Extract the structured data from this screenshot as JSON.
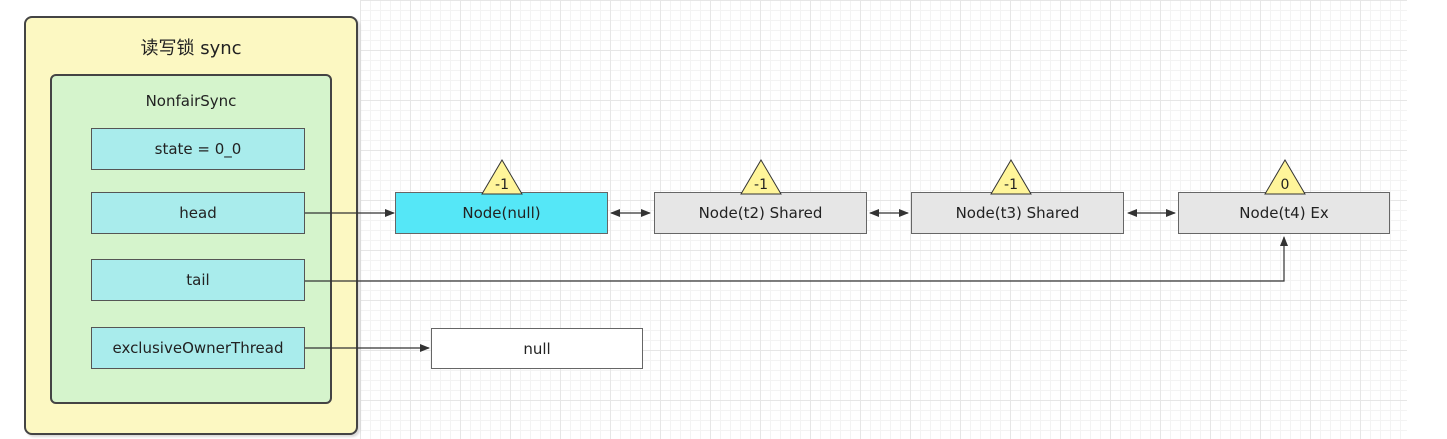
{
  "sync": {
    "title": "读写锁 sync",
    "inner_title": "NonfairSync",
    "fields": {
      "state": "state = 0_0",
      "head": "head",
      "tail": "tail",
      "owner": "exclusiveOwnerThread"
    }
  },
  "queue": {
    "nodes": [
      {
        "label": "Node(null)",
        "status": "-1"
      },
      {
        "label": "Node(t2) Shared",
        "status": "-1"
      },
      {
        "label": "Node(t3) Shared",
        "status": "-1"
      },
      {
        "label": "Node(t4) Ex",
        "status": "0"
      }
    ]
  },
  "owner_target": "null",
  "colors": {
    "outer_fill": "#fcf8c2",
    "inner_fill": "#d5f4cc",
    "field_fill": "#a9ecec",
    "head_node_fill": "#55e7f7",
    "node_fill": "#e6e6e6",
    "triangle_fill": "#fff59a"
  }
}
